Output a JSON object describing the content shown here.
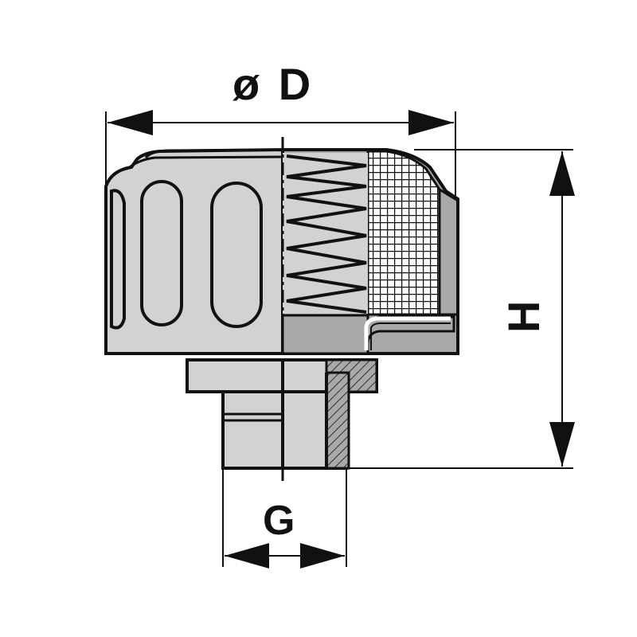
{
  "labels": {
    "diameter": "ø D",
    "height": "H",
    "thread": "G"
  },
  "colors": {
    "body_fill": "#d2d2d2",
    "section_fill": "#a9a9a9",
    "outline": "#111111"
  }
}
